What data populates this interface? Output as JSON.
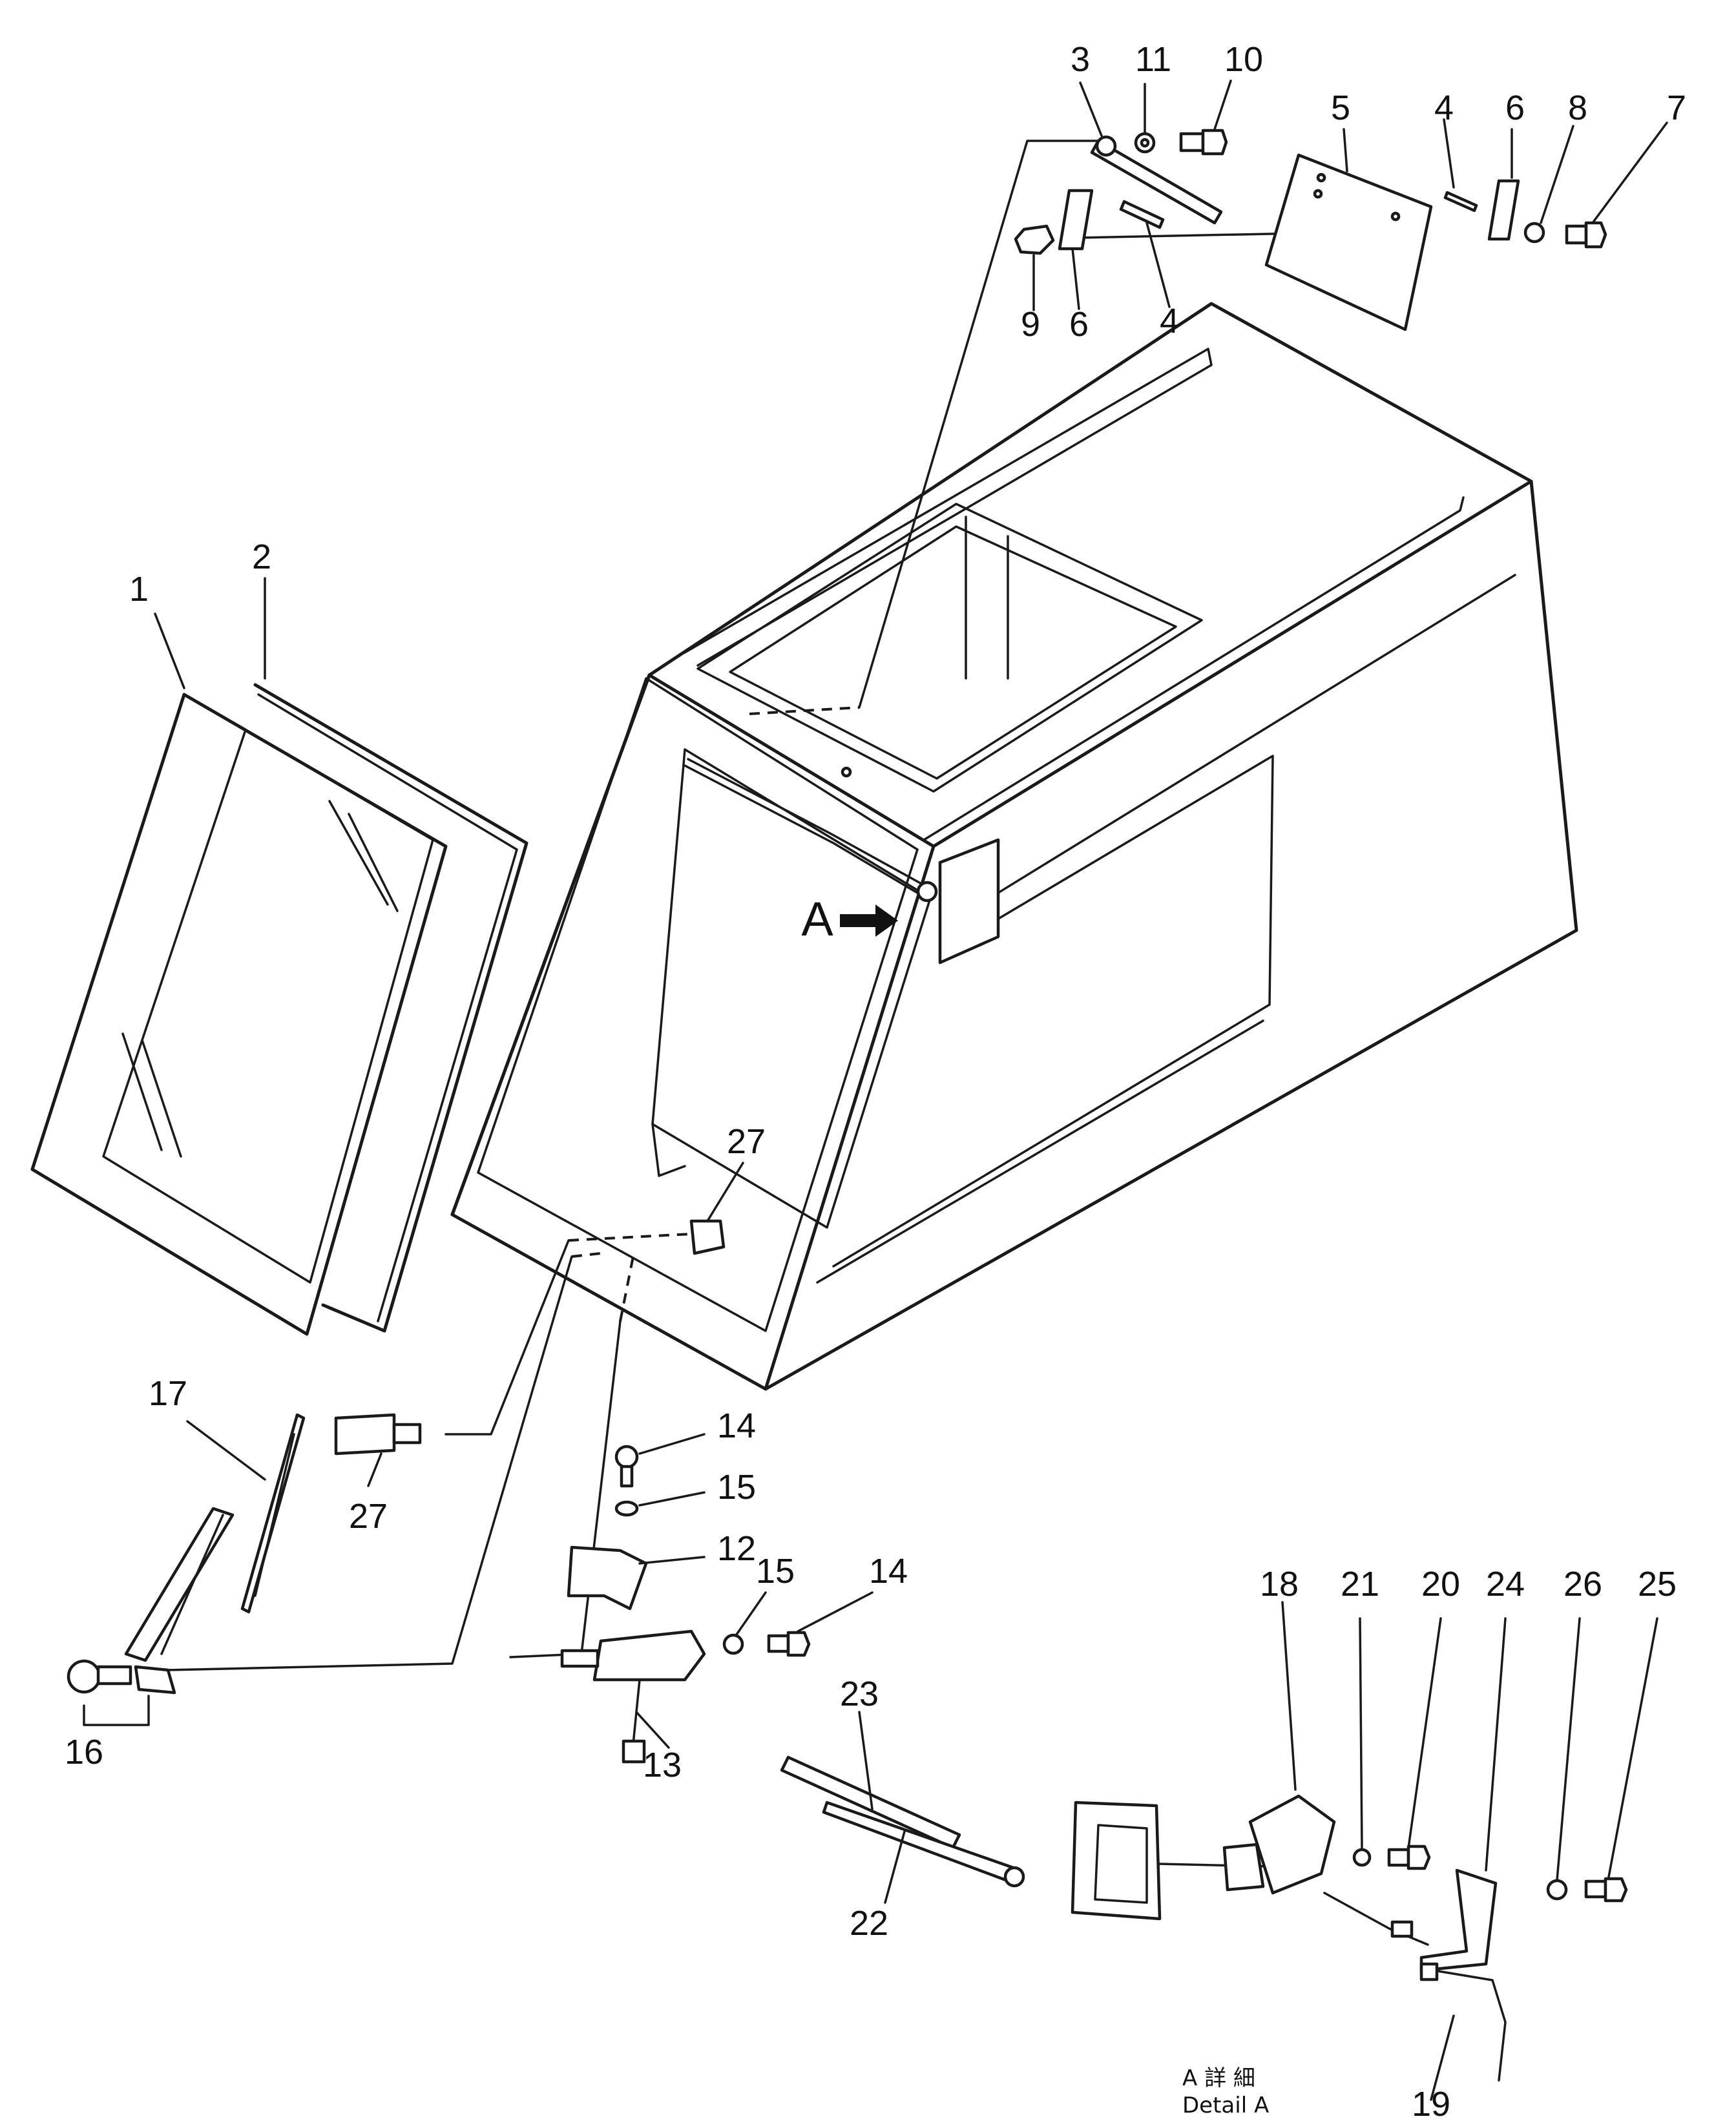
{
  "diagram": {
    "callouts": [
      {
        "id": "c1",
        "text": "1"
      },
      {
        "id": "c2",
        "text": "2"
      },
      {
        "id": "c3",
        "text": "3"
      },
      {
        "id": "c11",
        "text": "11"
      },
      {
        "id": "c10",
        "text": "10"
      },
      {
        "id": "c5",
        "text": "5"
      },
      {
        "id": "c4a",
        "text": "4"
      },
      {
        "id": "c6a",
        "text": "6"
      },
      {
        "id": "c8",
        "text": "8"
      },
      {
        "id": "c7",
        "text": "7"
      },
      {
        "id": "c9",
        "text": "9"
      },
      {
        "id": "c6b",
        "text": "6"
      },
      {
        "id": "c4b",
        "text": "4"
      },
      {
        "id": "c27a",
        "text": "27"
      },
      {
        "id": "c27b",
        "text": "27"
      },
      {
        "id": "c17",
        "text": "17"
      },
      {
        "id": "c16",
        "text": "16"
      },
      {
        "id": "c14a",
        "text": "14"
      },
      {
        "id": "c15a",
        "text": "15"
      },
      {
        "id": "c12",
        "text": "12"
      },
      {
        "id": "c15b",
        "text": "15"
      },
      {
        "id": "c14b",
        "text": "14"
      },
      {
        "id": "c13",
        "text": "13"
      },
      {
        "id": "c23",
        "text": "23"
      },
      {
        "id": "c22",
        "text": "22"
      },
      {
        "id": "c18",
        "text": "18"
      },
      {
        "id": "c21",
        "text": "21"
      },
      {
        "id": "c20",
        "text": "20"
      },
      {
        "id": "c24",
        "text": "24"
      },
      {
        "id": "c26",
        "text": "26"
      },
      {
        "id": "c25",
        "text": "25"
      },
      {
        "id": "c19",
        "text": "19"
      }
    ],
    "view_marker": "A",
    "detail_label_jp": "A 詳 細",
    "detail_label_en": "Detail A"
  }
}
